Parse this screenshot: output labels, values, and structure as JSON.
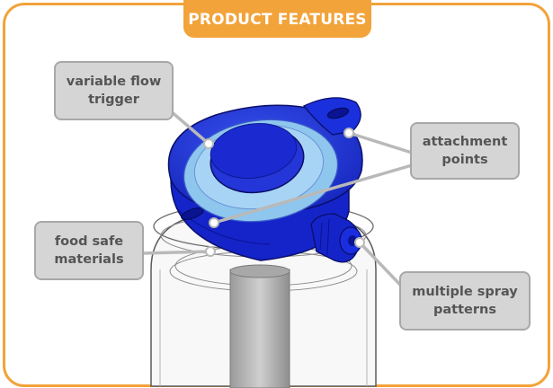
{
  "header": {
    "title": "PRODUCT FEATURES"
  },
  "callouts": {
    "trigger": {
      "line1": "variable flow",
      "line2": "trigger"
    },
    "attach": {
      "line1": "attachment",
      "line2": "points"
    },
    "food": {
      "line1": "food safe",
      "line2": "materials"
    },
    "spray": {
      "line1": "multiple spray",
      "line2": "patterns"
    }
  },
  "colors": {
    "accent": "#f2a33a",
    "cap_blue": "#1a2fd6",
    "trigger_light": "#8ec6ee",
    "callout_fill": "#d5d5d5",
    "callout_border": "#a8a8a8",
    "callout_text": "#555555"
  }
}
